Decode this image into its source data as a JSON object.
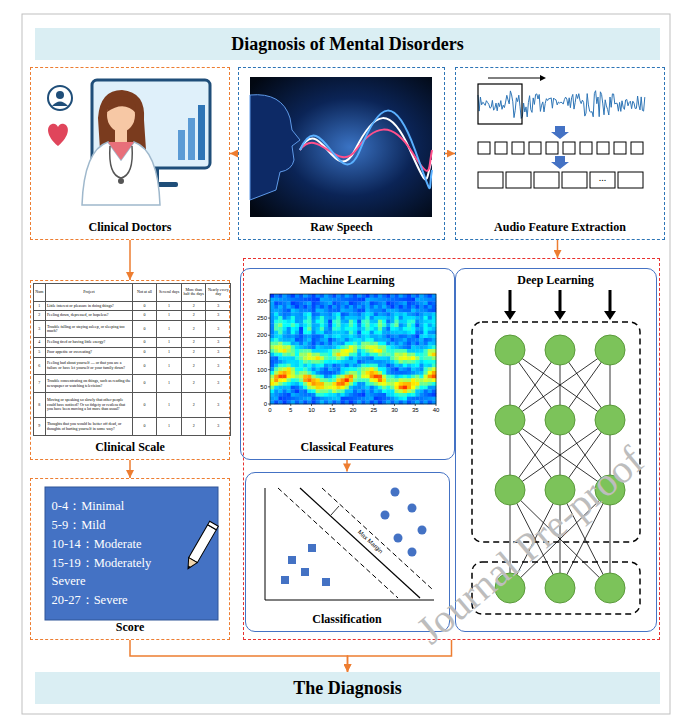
{
  "diagram": {
    "nodes": [
      {
        "text": [
          "Diagnosis of Mental Disorders"
        ]
      },
      {
        "text": [
          "Clinical Doctors"
        ]
      },
      {
        "text": [
          "Raw Speech"
        ]
      },
      {
        "text": [
          "Audio Feature Extraction"
        ]
      },
      {
        "text": [
          "Clinical Scale"
        ]
      },
      {
        "text": [
          "Score"
        ]
      },
      {
        "text": [
          "0-4：Minimal",
          "5-9：Mild",
          "10-14：Moderate",
          "15-19：Moderately Severe",
          "20-27：Severe"
        ],
        "in": 5
      },
      {
        "text": []
      },
      {
        "text": [
          "Machine Learning",
          "Classical Features"
        ],
        "in": 7
      },
      {
        "text": [
          "Classification"
        ],
        "in": 7
      },
      {
        "text": [
          "Deep Learning"
        ],
        "in": 7
      },
      {
        "text": [
          "The Diagnosis"
        ]
      }
    ],
    "edges": [
      {
        "from": 2,
        "to": 1,
        "arrow": "to"
      },
      {
        "from": 2,
        "to": 3,
        "arrow": "to"
      },
      {
        "from": 1,
        "to": 4,
        "arrow": "to"
      },
      {
        "from": 4,
        "to": 5,
        "arrow": "to"
      },
      {
        "from": 3,
        "to": 7,
        "arrow": "to"
      },
      {
        "from": 8,
        "to": 9,
        "arrow": "to"
      },
      {
        "from": 5,
        "to": 11,
        "arrow": "to"
      },
      {
        "from": 7,
        "to": 11,
        "arrow": "to"
      }
    ],
    "labels": [
      "Num",
      "Project",
      "Not at all",
      "Several days",
      "More than half the days",
      "Nearly every day",
      "1",
      "Little interest or pleasure in doing things?",
      "0",
      "1",
      "2",
      "3",
      "2",
      "Feeling down, depressed, or hopeless?",
      "0",
      "1",
      "2",
      "3",
      "3",
      "Trouble falling or staying asleep, or sleeping too much?",
      "0",
      "1",
      "2",
      "3",
      "4",
      "Feeling tired or having little energy?",
      "0",
      "1",
      "2",
      "3",
      "5",
      "Poor appetite or overeating?",
      "0",
      "1",
      "2",
      "3",
      "6",
      "Feeling bad about yourself — or that you are a failure or have let yourself or your family down?",
      "0",
      "1",
      "2",
      "3",
      "7",
      "Trouble concentrating on things, such as reading the newspaper or watching television?",
      "0",
      "1",
      "2",
      "3",
      "8",
      "Moving or speaking so slowly that other people could have noticed? Or so fidgety or restless that you have been moving a lot more than usual?",
      "0",
      "1",
      "2",
      "3",
      "9",
      "Thoughts that you would be better off dead, or thoughts of hurting yourself in some way?",
      "0",
      "1",
      "2",
      "3",
      "0",
      "50",
      "100",
      "150",
      "200",
      "250",
      "300",
      "0",
      "5",
      "10",
      "15",
      "20",
      "25",
      "30",
      "35",
      "40",
      "Max Margin",
      "...",
      "Journal Pre-proof"
    ]
  }
}
